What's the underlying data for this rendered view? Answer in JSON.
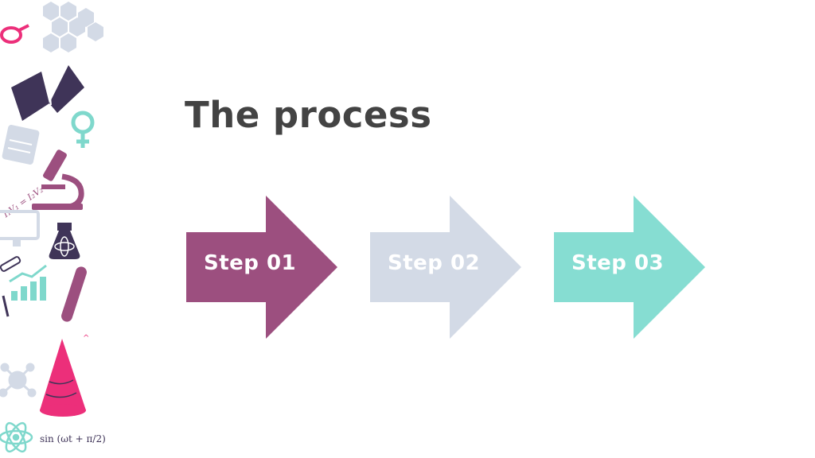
{
  "slide": {
    "title": "The process",
    "steps": [
      {
        "label": "Step 01",
        "color": "#9c4f7f"
      },
      {
        "label": "Step 02",
        "color": "#d3dae6"
      },
      {
        "label": "Step 03",
        "color": "#86ddd2"
      }
    ]
  },
  "decoration": {
    "formula_text": "sin (ωt + π/2)",
    "equation_text": "I₁V₁ = I₂V₂"
  },
  "colors": {
    "purple": "#9c4f7f",
    "navy": "#3f3458",
    "pink": "#ec2f7a",
    "teal": "#7fd8cc",
    "light_gray": "#d3dae6"
  }
}
